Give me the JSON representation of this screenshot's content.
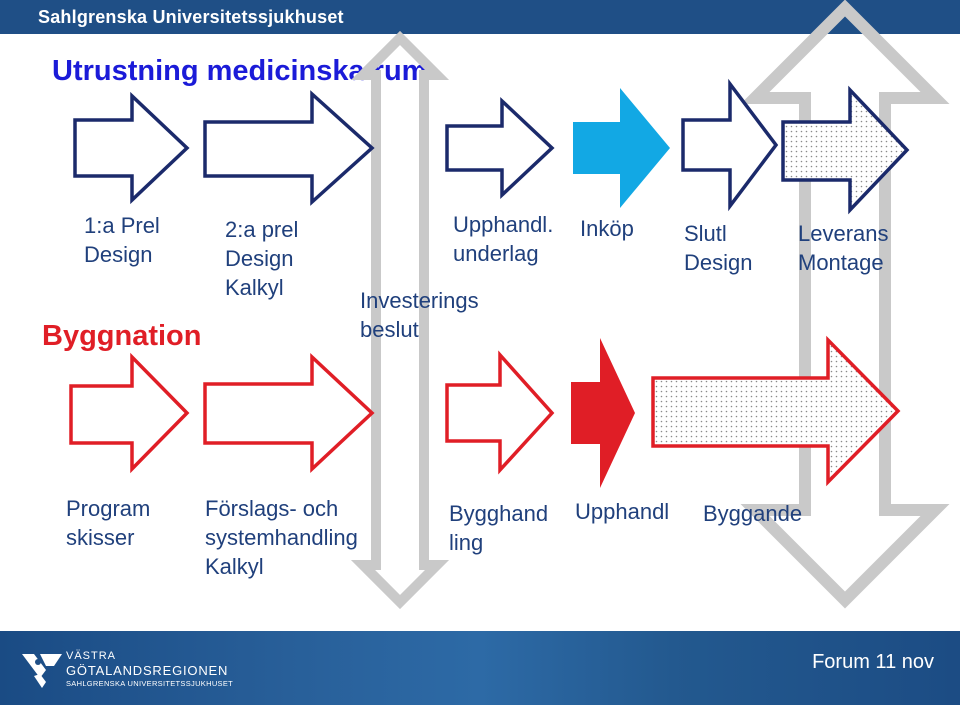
{
  "header": {
    "brand": "Sahlgrenska Universitetssjukhuset"
  },
  "title": "Utrustning medicinska rum",
  "upper_labels": {
    "prel_design": "1:a Prel\nDesign",
    "prel_design_2": "2:a prel\nDesign\nKalkyl",
    "investerings": "Investerings\nbeslut",
    "upphandl_underlag": "Upphandl.\nunderlag",
    "inkop": "Inköp",
    "slutl_design": "Slutl\nDesign",
    "leverans": "Leverans\nMontage"
  },
  "section_label": "Byggnation",
  "lower_labels": {
    "program": "Program\nskisser",
    "forslag": "Förslags- och\nsystemhandling\nKalkyl",
    "bygghandling": "Bygghand\nling",
    "upphandl": "Upphandl",
    "byggande": "Byggande"
  },
  "footer": {
    "logo_line1": "VÄSTRA",
    "logo_line2": "GÖTALANDSREGIONEN",
    "logo_line3": "SAHLGRENSKA UNIVERSITETSSJUKHUSET",
    "event": "Forum 11 nov"
  },
  "colors": {
    "upper_arrows": "#1b2a6b",
    "lower_arrows": "#e01e26",
    "accent_cyan": "#12a8e4",
    "gray_arrows": "#c8c8c8"
  }
}
